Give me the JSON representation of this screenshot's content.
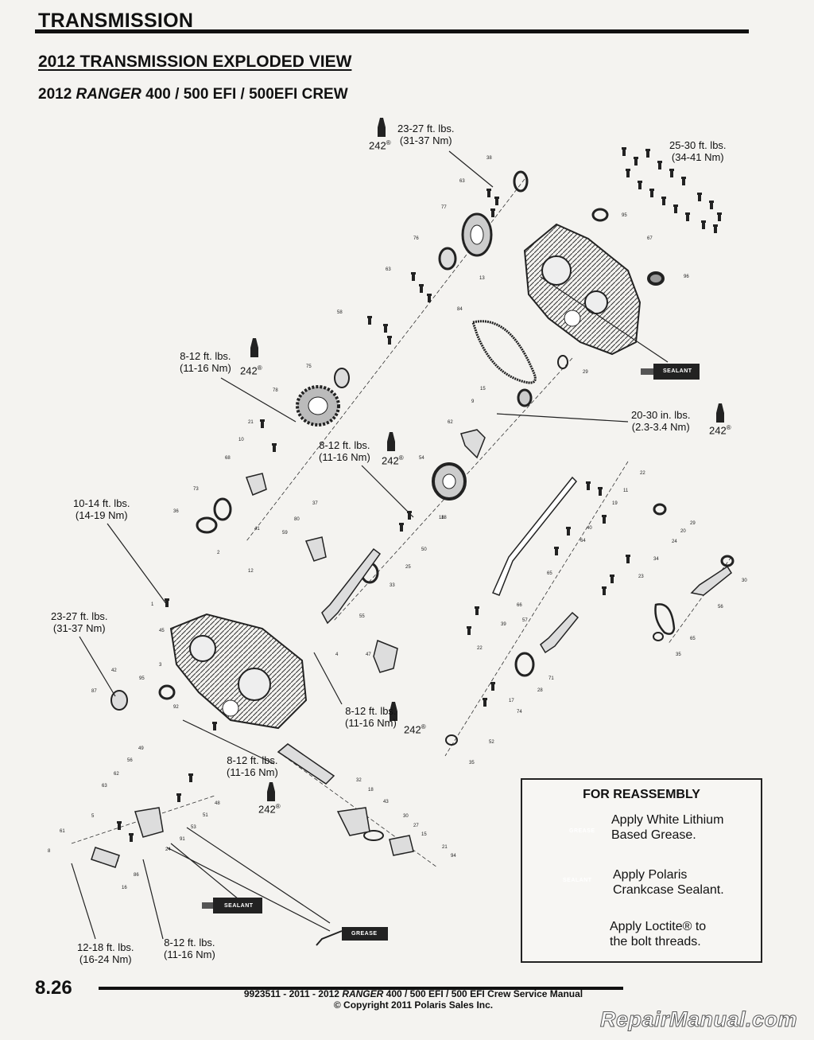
{
  "header": {
    "section_title": "TRANSMISSION"
  },
  "title": "2012 TRANSMISSION EXPLODED VIEW",
  "subtitle": {
    "prefix": "2012 ",
    "model": "RANGER",
    "suffix": " 400 / 500 EFI / 500EFI CREW"
  },
  "torque_specs": [
    {
      "id": "t1",
      "line1": "23-27 ft. lbs.",
      "line2": "(31-37 Nm)"
    },
    {
      "id": "t2",
      "line1": "25-30 ft. lbs.",
      "line2": "(34-41 Nm)"
    },
    {
      "id": "t3",
      "line1": "8-12 ft. lbs.",
      "line2": "(11-16 Nm)"
    },
    {
      "id": "t4",
      "line1": "20-30 in. lbs.",
      "line2": "(2.3-3.4 Nm)"
    },
    {
      "id": "t5",
      "line1": "8-12 ft. lbs.",
      "line2": "(11-16 Nm)"
    },
    {
      "id": "t6",
      "line1": "10-14 ft. lbs.",
      "line2": "(14-19 Nm)"
    },
    {
      "id": "t7",
      "line1": "23-27 ft. lbs.",
      "line2": "(31-37 Nm)"
    },
    {
      "id": "t8",
      "line1": "8-12 ft. lbs.",
      "line2": "(11-16 Nm)"
    },
    {
      "id": "t9",
      "line1": "8-12 ft. lbs.",
      "line2": "(11-16 Nm)"
    },
    {
      "id": "t10",
      "line1": "12-18 ft. lbs.",
      "line2": "(16-24 Nm)"
    },
    {
      "id": "t11",
      "line1": "8-12 ft. lbs.",
      "line2": "(11-16 Nm)"
    }
  ],
  "loctite_ref": "242",
  "tube_labels": {
    "sealant": "SEALANT",
    "grease": "GREASE"
  },
  "legend": {
    "title": "FOR REASSEMBLY",
    "grease": "Apply White Lithium Based Grease.",
    "grease_l1": "Apply White Lithium",
    "grease_l2": "Based Grease.",
    "sealant_l1": "Apply Polaris",
    "sealant_l2": "Crankcase Sealant.",
    "loctite_l1": "Apply Loctite® to",
    "loctite_l2": "the bolt threads."
  },
  "footer": {
    "page_number": "8.26",
    "manual_prefix": "9923511 - 2011 - 2012 ",
    "manual_model": "RANGER",
    "manual_suffix": " 400 / 500 EFI / 500 EFI Crew Service Manual",
    "copyright": "© Copyright 2011 Polaris Sales Inc."
  },
  "watermark": "RepairManual.com",
  "part_numbers": [
    "38",
    "63",
    "77",
    "76",
    "63",
    "58",
    "75",
    "78",
    "15",
    "9",
    "21",
    "10",
    "68",
    "73",
    "36",
    "37",
    "80",
    "59",
    "12",
    "41",
    "2",
    "18",
    "50",
    "25",
    "33",
    "55",
    "22",
    "11",
    "19",
    "40",
    "64",
    "65",
    "66",
    "39",
    "22",
    "57",
    "71",
    "28",
    "17",
    "74",
    "52",
    "35",
    "29",
    "20",
    "24",
    "23",
    "34",
    "56",
    "30",
    "65",
    "35",
    "95",
    "67",
    "96",
    "13",
    "84",
    "29",
    "62",
    "54",
    "18",
    "45",
    "42",
    "95",
    "87",
    "1",
    "3",
    "4",
    "47",
    "92",
    "49",
    "56",
    "62",
    "63",
    "5",
    "61",
    "8",
    "86",
    "16",
    "24",
    "91",
    "53",
    "51",
    "48",
    "32",
    "18",
    "43",
    "30",
    "27",
    "15",
    "21",
    "94"
  ]
}
